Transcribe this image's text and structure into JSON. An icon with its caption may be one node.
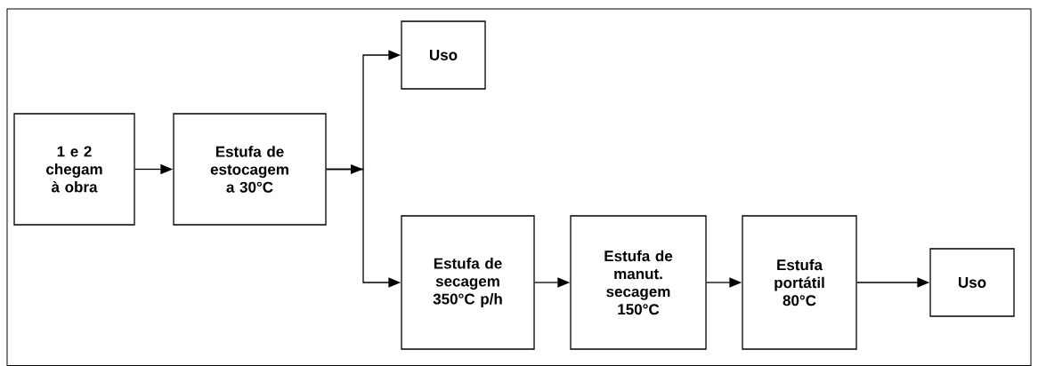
{
  "diagram": {
    "nodes": [
      {
        "text": [
          "1 e 2 chegam à obra"
        ]
      },
      {
        "text": [
          "Estufa de estocagem a 30°C"
        ]
      },
      {
        "text": [
          "Uso"
        ]
      },
      {
        "text": [
          "Estufa de secagem 350°C p/h"
        ]
      },
      {
        "text": [
          "Estufa de manut. secagem 150°C"
        ]
      },
      {
        "text": [
          "Estufa portátil 80°C"
        ]
      },
      {
        "text": [
          "Uso"
        ]
      }
    ],
    "edges": [
      {
        "from": 0,
        "to": 1,
        "arrow": "to"
      },
      {
        "from": 1,
        "to": 2,
        "arrow": "to"
      },
      {
        "from": 1,
        "to": 3,
        "arrow": "to"
      },
      {
        "from": 3,
        "to": 4,
        "arrow": "to"
      },
      {
        "from": 4,
        "to": 5,
        "arrow": "to"
      },
      {
        "from": 5,
        "to": 6,
        "arrow": "to"
      }
    ]
  }
}
